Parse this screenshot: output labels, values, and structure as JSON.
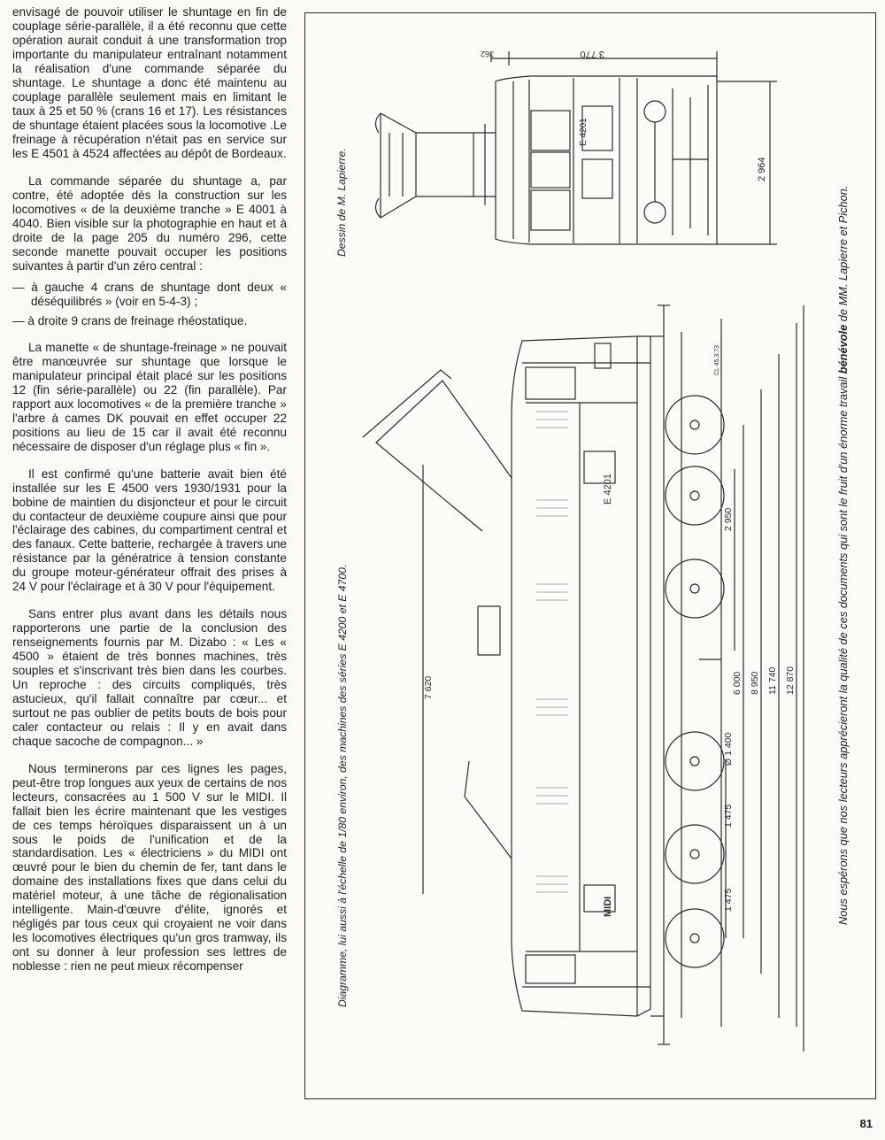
{
  "article": {
    "paragraphs": [
      "envisagé de pouvoir utiliser le shuntage en fin de couplage série-parallèle, il a été reconnu que cette opération aurait conduit à une transformation trop importante du manipulateur entraînant notamment la réalisation d'une commande séparée du shuntage. Le shuntage a donc été maintenu au couplage parallèle seulement mais en limitant le taux à 25 et 50 % (crans 16 et 17). Les résistances de shuntage étaient placées sous la locomotive .Le freinage à récupération n'était pas en service sur les E 4501 à 4524 affectées au dépôt de Bordeaux.",
      "La commande séparée du shuntage a, par contre, été adoptée dès la construction sur les locomotives « de la deuxième tranche » E 4001 à 4040. Bien visible sur la photographie en haut et à droite de la page 205 du numéro 296, cette seconde manette pouvait occuper les positions suivantes à partir d'un zéro central :",
      "— à gauche 4 crans de shuntage dont deux « déséquilibrés » (voir en 5-4-3) ;",
      "— à droite 9 crans de freinage rhéostatique.",
      "La manette « de shuntage-freinage » ne pouvait être manœuvrée sur shuntage que lorsque le manipulateur principal était placé sur les positions 12 (fin série-parallèle) ou 22 (fin parallèle). Par rapport aux locomotives « de la première tranche » l'arbre à cames DK pouvait en effet occuper 22 positions au lieu de 15 car il avait été reconnu nécessaire de disposer d'un réglage plus « fin ».",
      "Il est confirmé qu'une batterie avait bien été installée sur les E 4500 vers 1930/1931 pour la bobine de maintien du disjoncteur et pour le circuit du contacteur de deuxième coupure ainsi que pour l'éclairage des cabines, du compartiment central et des fanaux. Cette batterie, rechargée à travers une résistance par la génératrice à tension constante du groupe moteur-générateur offrait des prises à 24 V pour l'éclairage et à 30 V pour l'équipement.",
      "Sans entrer plus avant dans les détails nous rapporterons une partie de la conclusion des renseignements fournis par M. Dizabo : « Les « 4500 » étaient de très bonnes machines, très souples et s'inscrivant très bien dans les courbes. Un reproche : des circuits compliqués, très astucieux, qu'il fallait connaître par cœur... et surtout ne pas oublier de petits bouts de bois pour caler contacteur ou relais : Il y en avait dans chaque sacoche de compagnon... »",
      "Nous terminerons par ces lignes les pages, peut-être trop longues aux yeux de certains de nos lecteurs, consacrées au 1 500 V sur le MIDI. Il fallait bien les écrire maintenant que les vestiges de ces temps héroïques disparaissent un à un sous le poids de l'unification et de la standardisation. Les « électriciens » du MIDI ont œuvré pour le bien du chemin de fer, tant dans le domaine des installations fixes que dans celui du matériel moteur, à une tâche de régionalisation intelligente. Main-d'œuvre d'élite, ignorés et négligés par tous ceux qui croyaient ne voir dans les locomotives électriques qu'un gros tramway, ils ont su donner à leur profession ses lettres de noblesse : rien ne peut mieux récompenser"
    ]
  },
  "figure": {
    "caption_credit": "Dessin de M. Lapierre.",
    "caption_diagram": "Diagramme, lui aussi à l'échelle de 1/80 environ, des machines des séries E 4200 et E 4700.",
    "caption_thanks_before": "Nous espérons que nos lecteurs apprécieront la qualité de ces documents qui sont le fruit d'un énorme travail ",
    "caption_thanks_bold": "bénévole",
    "caption_thanks_after": " de MM. Lapierre et Pichon.",
    "end_view_dims": {
      "overall_width": "3 770",
      "offset": "362",
      "height": "2 964"
    },
    "side_view_dims": {
      "pantograph_height": "7 620",
      "spacing_a": "2 950",
      "spacing_b": "6 000",
      "spacing_c": "8 950",
      "spacing_d": "11 740",
      "spacing_e": "12 870",
      "wheel_diameter": "Ø 1 400",
      "axle_1": "1 475",
      "axle_2": "1 475"
    },
    "end_view_number": "E 4201",
    "side_view_number": "E 4201",
    "side_view_marking": "MIDI",
    "corner_ref": "CL 45.3.73"
  },
  "page_number": "81"
}
